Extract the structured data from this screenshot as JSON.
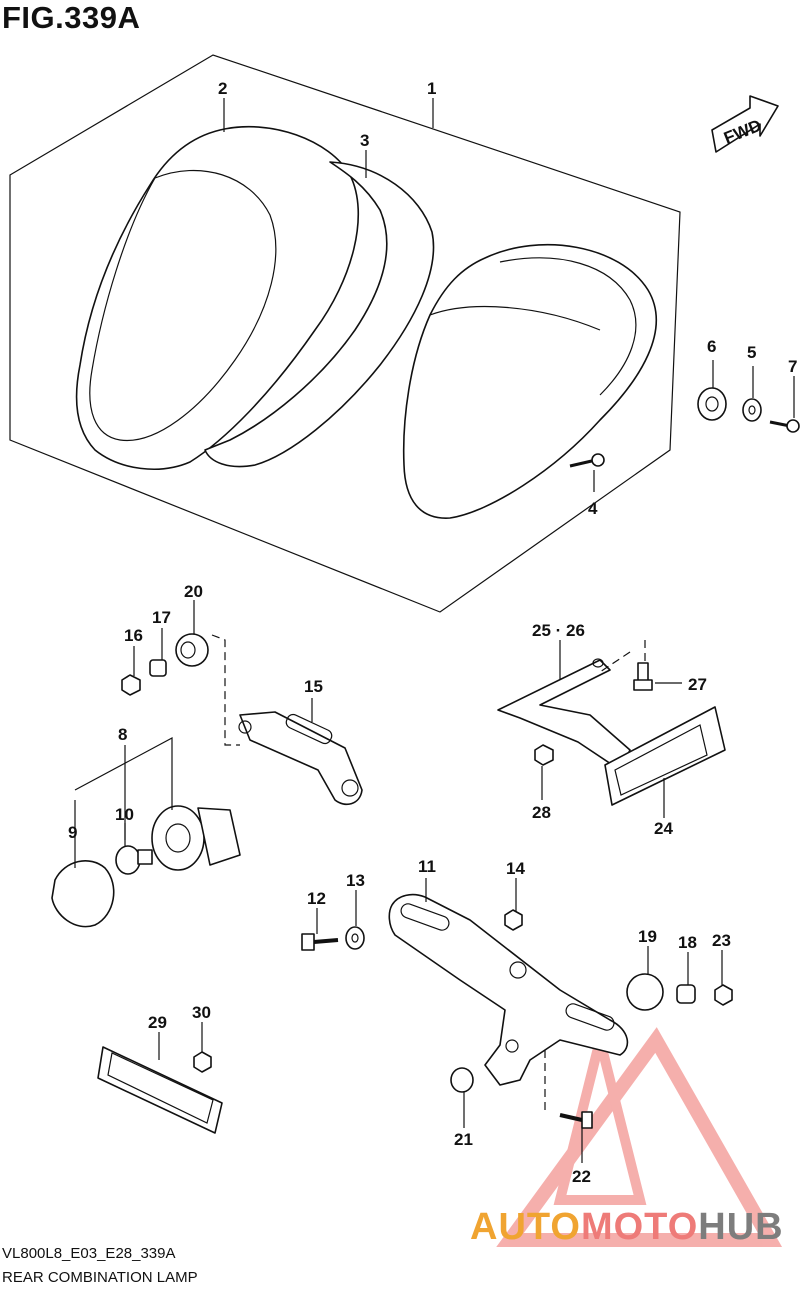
{
  "figure": {
    "title": "FIG.339A",
    "code": "VL800L8_E03_E28_339A",
    "caption": "REAR COMBINATION LAMP",
    "fwd_label": "FWD"
  },
  "callouts": {
    "c1": "1",
    "c2": "2",
    "c3": "3",
    "c4": "4",
    "c5": "5",
    "c6": "6",
    "c7": "7",
    "c8": "8",
    "c9": "9",
    "c10": "10",
    "c11": "11",
    "c12": "12",
    "c13": "13",
    "c14": "14",
    "c15": "15",
    "c16": "16",
    "c17": "17",
    "c18": "18",
    "c19": "19",
    "c20": "20",
    "c21": "21",
    "c22": "22",
    "c23": "23",
    "c24": "24",
    "c2526": "25 · 26",
    "c27": "27",
    "c28": "28",
    "c29": "29",
    "c30": "30"
  },
  "watermark": {
    "part1": "AUTO",
    "part2": "MOTO",
    "part3": "HUB",
    "colors": {
      "auto": "#f0a431",
      "moto": "#ee7b78",
      "hub": "#7d7d7d"
    }
  }
}
